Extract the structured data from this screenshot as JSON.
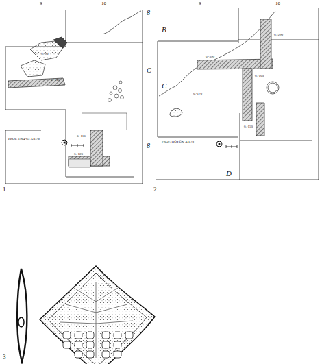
{
  "diagram": {
    "labels": [
      "9",
      "10",
      "8",
      "C",
      "8",
      "PROF. 1964-65 XII.7b",
      "1",
      "9",
      "10",
      "B",
      "C",
      "D",
      "PROF. HÖYÜK XII.7b",
      "2",
      "3",
      "0.-90",
      "0.-100",
      "0.-110",
      "0.-120",
      "0.-390",
      "0.-290",
      "0.-100",
      "0.-150",
      "0.-170"
    ]
  }
}
